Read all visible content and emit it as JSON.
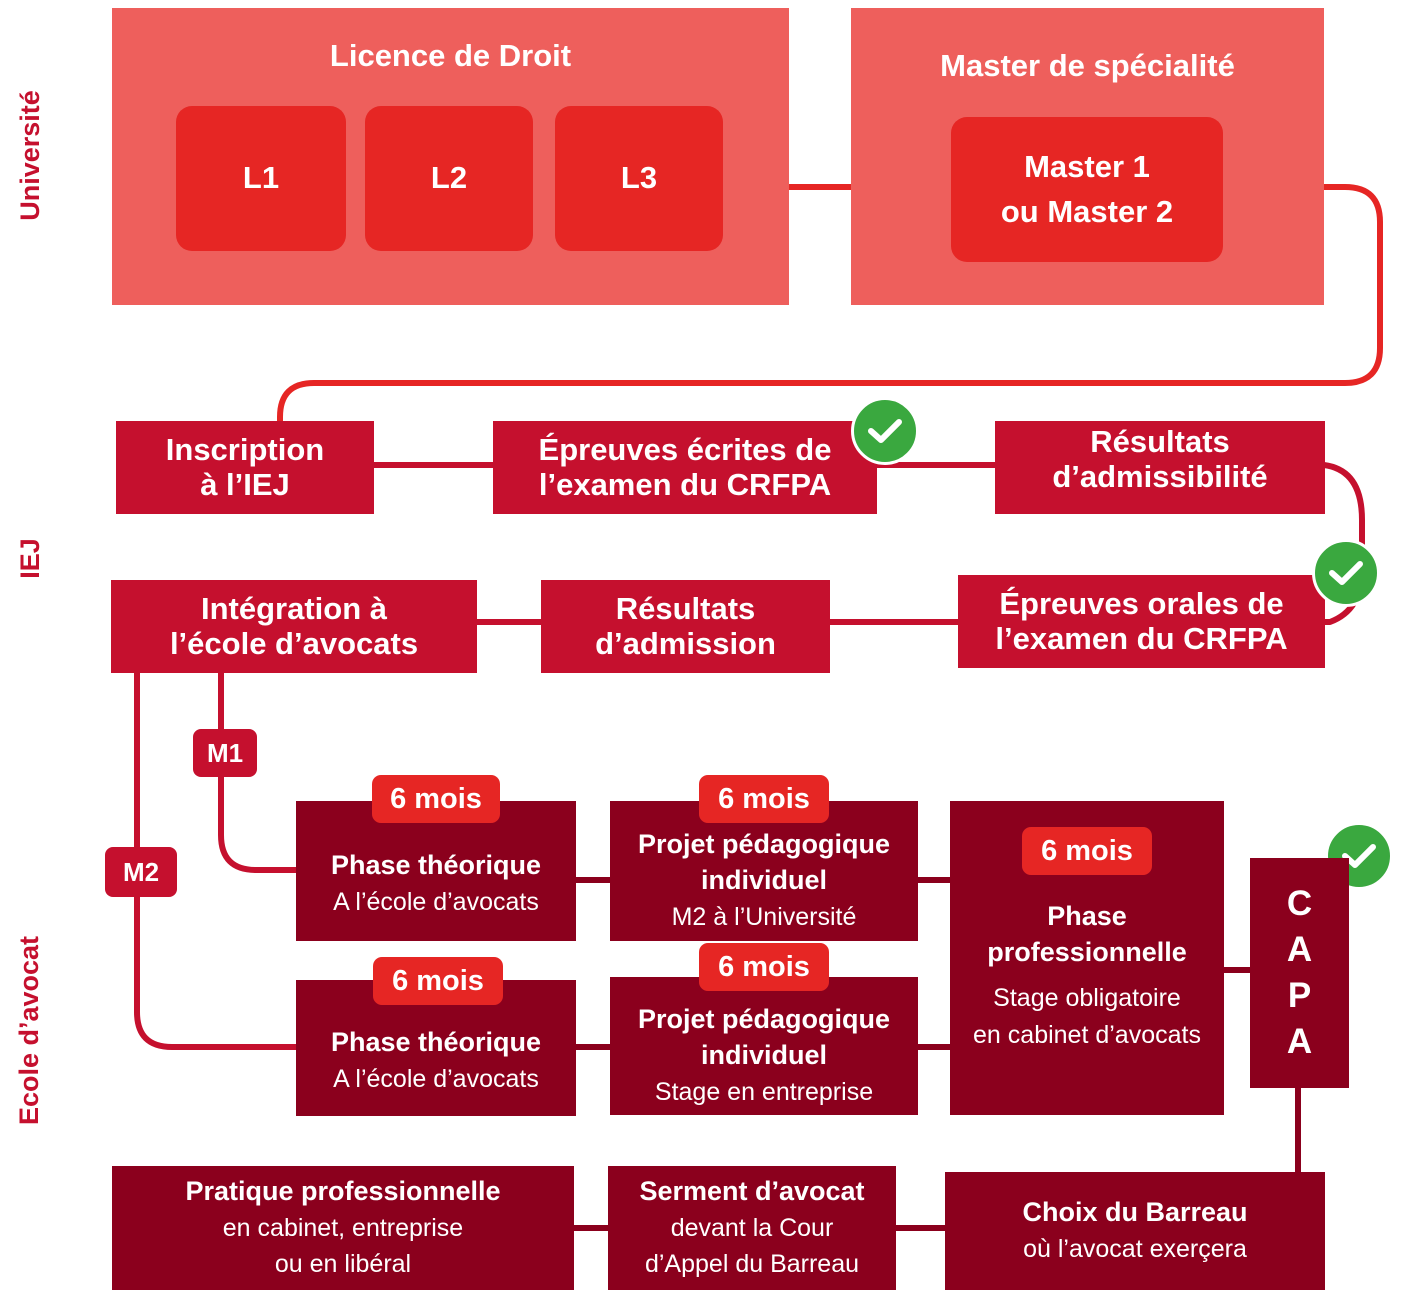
{
  "side_labels": {
    "universite": "Université",
    "iej": "IEJ",
    "ecole": "Ecole d’avocat"
  },
  "universite": {
    "licence_title": "Licence de Droit",
    "l1": "L1",
    "l2": "L2",
    "l3": "L3",
    "master_title": "Master de spécialité",
    "master_line1": "Master 1",
    "master_line2": "ou Master 2"
  },
  "iej": {
    "inscription_line1": "Inscription",
    "inscription_line2": "à l’IEJ",
    "ecrites_line1": "Épreuves écrites de",
    "ecrites_line2": "l’examen du CRFPA",
    "resultats_adm_line1": "Résultats",
    "resultats_adm_line2": "d’admissibilité",
    "orales_line1": "Épreuves orales de",
    "orales_line2": "l’examen du CRFPA",
    "resultats_admission_line1": "Résultats",
    "resultats_admission_line2": "d’admission",
    "integration_line1": "Intégration à",
    "integration_line2": "l’école d’avocats"
  },
  "ecole": {
    "m1_tag": "M1",
    "m2_tag": "M2",
    "duration": "6 mois",
    "phase_theorique_title": "Phase théorique",
    "phase_theorique_sub": "A l’école d’avocats",
    "projet_line1": "Projet pédagogique",
    "projet_line2": "individuel",
    "projet_m1_sub": "M2 à l’Université",
    "projet_m2_sub": "Stage en entreprise",
    "pro_line1": "Phase",
    "pro_line2": "professionnelle",
    "pro_sub1": "Stage obligatoire",
    "pro_sub2": "en cabinet d’avocats",
    "capa_letters": [
      "C",
      "A",
      "P",
      "A"
    ]
  },
  "bottom": {
    "pratique_title": "Pratique professionnelle",
    "pratique_sub1": "en cabinet, entreprise",
    "pratique_sub2": "ou en libéral",
    "serment_title": "Serment d’avocat",
    "serment_sub1": "devant la Cour",
    "serment_sub2": "d’Appel du Barreau",
    "choix_title": "Choix du Barreau",
    "choix_sub": "où l’avocat exerçera"
  },
  "colors": {
    "section_salmon": "#ee5f5c",
    "bright_red": "#e62624",
    "crimson": "#c5102e",
    "dark_red": "#8b001d",
    "check_green": "#3aa83f"
  }
}
